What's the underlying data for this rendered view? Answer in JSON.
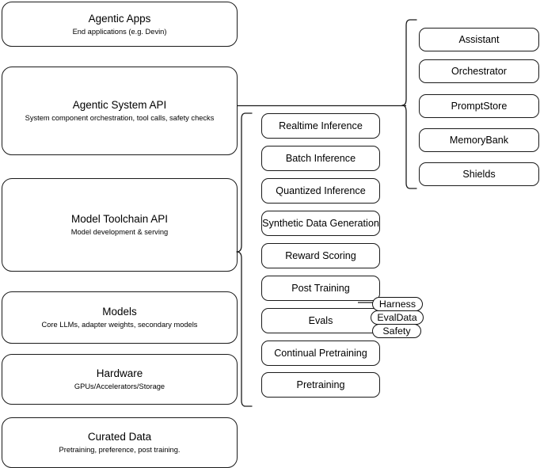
{
  "diagram": {
    "title": "Layered AI stack architecture",
    "background_color": "#ffffff",
    "stroke_color": "#1a1a1a"
  },
  "layers": [
    {
      "name": "agentic-apps",
      "title": "Agentic Apps",
      "subtitle": "End applications (e.g. Devin)"
    },
    {
      "name": "agentic-system-api",
      "title": "Agentic System API",
      "subtitle": "System component orchestration, tool calls, safety checks"
    },
    {
      "name": "model-toolchain-api",
      "title": "Model Toolchain API",
      "subtitle": "Model development & serving"
    },
    {
      "name": "models",
      "title": "Models",
      "subtitle": "Core LLMs, adapter weights, secondary models"
    },
    {
      "name": "hardware",
      "title": "Hardware",
      "subtitle": "GPUs/Accelerators/Storage"
    },
    {
      "name": "curated-data",
      "title": "Curated Data",
      "subtitle": "Pretraining, preference, post training."
    }
  ],
  "toolchain_components": [
    {
      "name": "realtime-inference",
      "label": "Realtime Inference"
    },
    {
      "name": "batch-inference",
      "label": "Batch Inference"
    },
    {
      "name": "quantized-inference",
      "label": "Quantized Inference"
    },
    {
      "name": "synthetic-data-generation",
      "label": "Synthetic Data Generation"
    },
    {
      "name": "reward-scoring",
      "label": "Reward Scoring"
    },
    {
      "name": "post-training",
      "label": "Post Training"
    },
    {
      "name": "evals",
      "label": "Evals"
    },
    {
      "name": "continual-pretraining",
      "label": "Continual Pretraining"
    },
    {
      "name": "pretraining",
      "label": "Pretraining"
    }
  ],
  "system_components": [
    {
      "name": "assistant",
      "label": "Assistant"
    },
    {
      "name": "orchestrator",
      "label": "Orchestrator"
    },
    {
      "name": "promptstore",
      "label": "PromptStore"
    },
    {
      "name": "memorybank",
      "label": "MemoryBank"
    },
    {
      "name": "shields",
      "label": "Shields"
    }
  ],
  "evals_subcomponents": [
    {
      "name": "harness",
      "label": "Harness"
    },
    {
      "name": "evaldata",
      "label": "EvalData"
    },
    {
      "name": "safety",
      "label": "Safety"
    }
  ]
}
